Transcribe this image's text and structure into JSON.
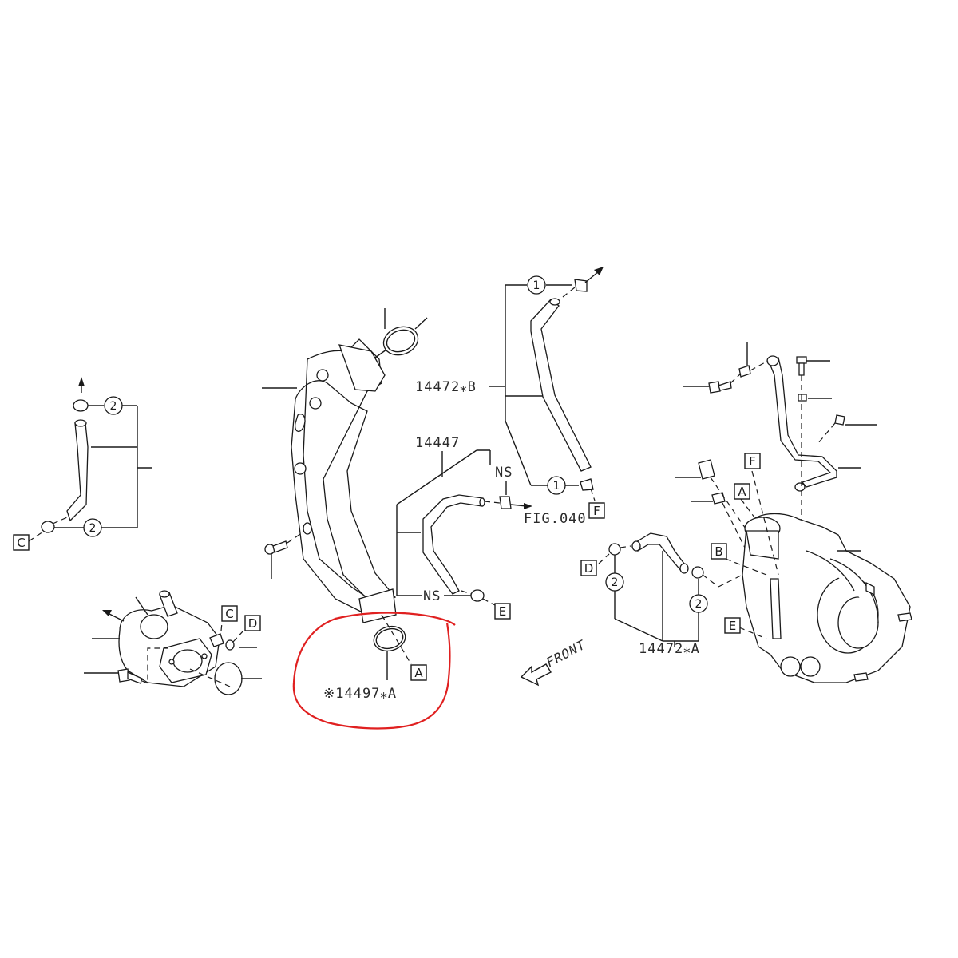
{
  "diagram": {
    "type": "exploded parts diagram",
    "part_numbers": {
      "hose_b": "14472⁎B",
      "hose_vacuum": "14447",
      "hose_a": "14472⁎A",
      "gasket_highlighted": "※14497⁎A"
    },
    "references": {
      "fig": "FIG.040",
      "ns_top": "NS",
      "ns_bottom": "NS",
      "front": "FRONT"
    },
    "callout_boxes": {
      "c_left": "C",
      "a_gasket": "A",
      "f_hose": "F",
      "e_hose": "E",
      "c_thermo": "C",
      "d_thermo": "D",
      "d_hose": "D",
      "f_turbo": "F",
      "a_turbo": "A",
      "b_turbo": "B",
      "e_turbo": "E"
    },
    "circle_markers": {
      "left_top": "2",
      "left_bottom": "2",
      "hose_b_top": "1",
      "hose_b_bottom": "1",
      "hose_a_left": "2",
      "hose_a_right": "2"
    },
    "highlight": {
      "color": "#e02020",
      "target": "gasket ※14497⁎A"
    }
  }
}
